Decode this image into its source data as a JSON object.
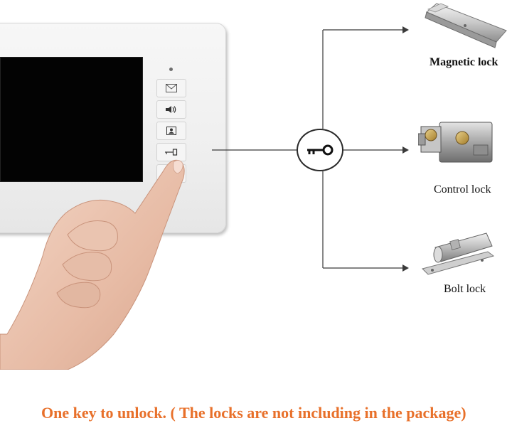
{
  "locks": {
    "magnetic": {
      "label": "Magnetic lock",
      "icon": "magnetic-lock-image"
    },
    "control": {
      "label": "Control lock",
      "icon": "control-lock-image"
    },
    "bolt": {
      "label": "Bolt lock",
      "icon": "bolt-lock-image"
    }
  },
  "monitor": {
    "keys": [
      "mail-icon",
      "speaker-icon",
      "contact-icon",
      "unlock-key-icon",
      "handset-icon"
    ]
  },
  "center_icon": "key-icon",
  "caption": {
    "text": "One key to unlock. ( The locks are not including in the package)",
    "color": "#e8702a"
  },
  "colors": {
    "line": "#3a3a3a",
    "screen": "#030303"
  }
}
